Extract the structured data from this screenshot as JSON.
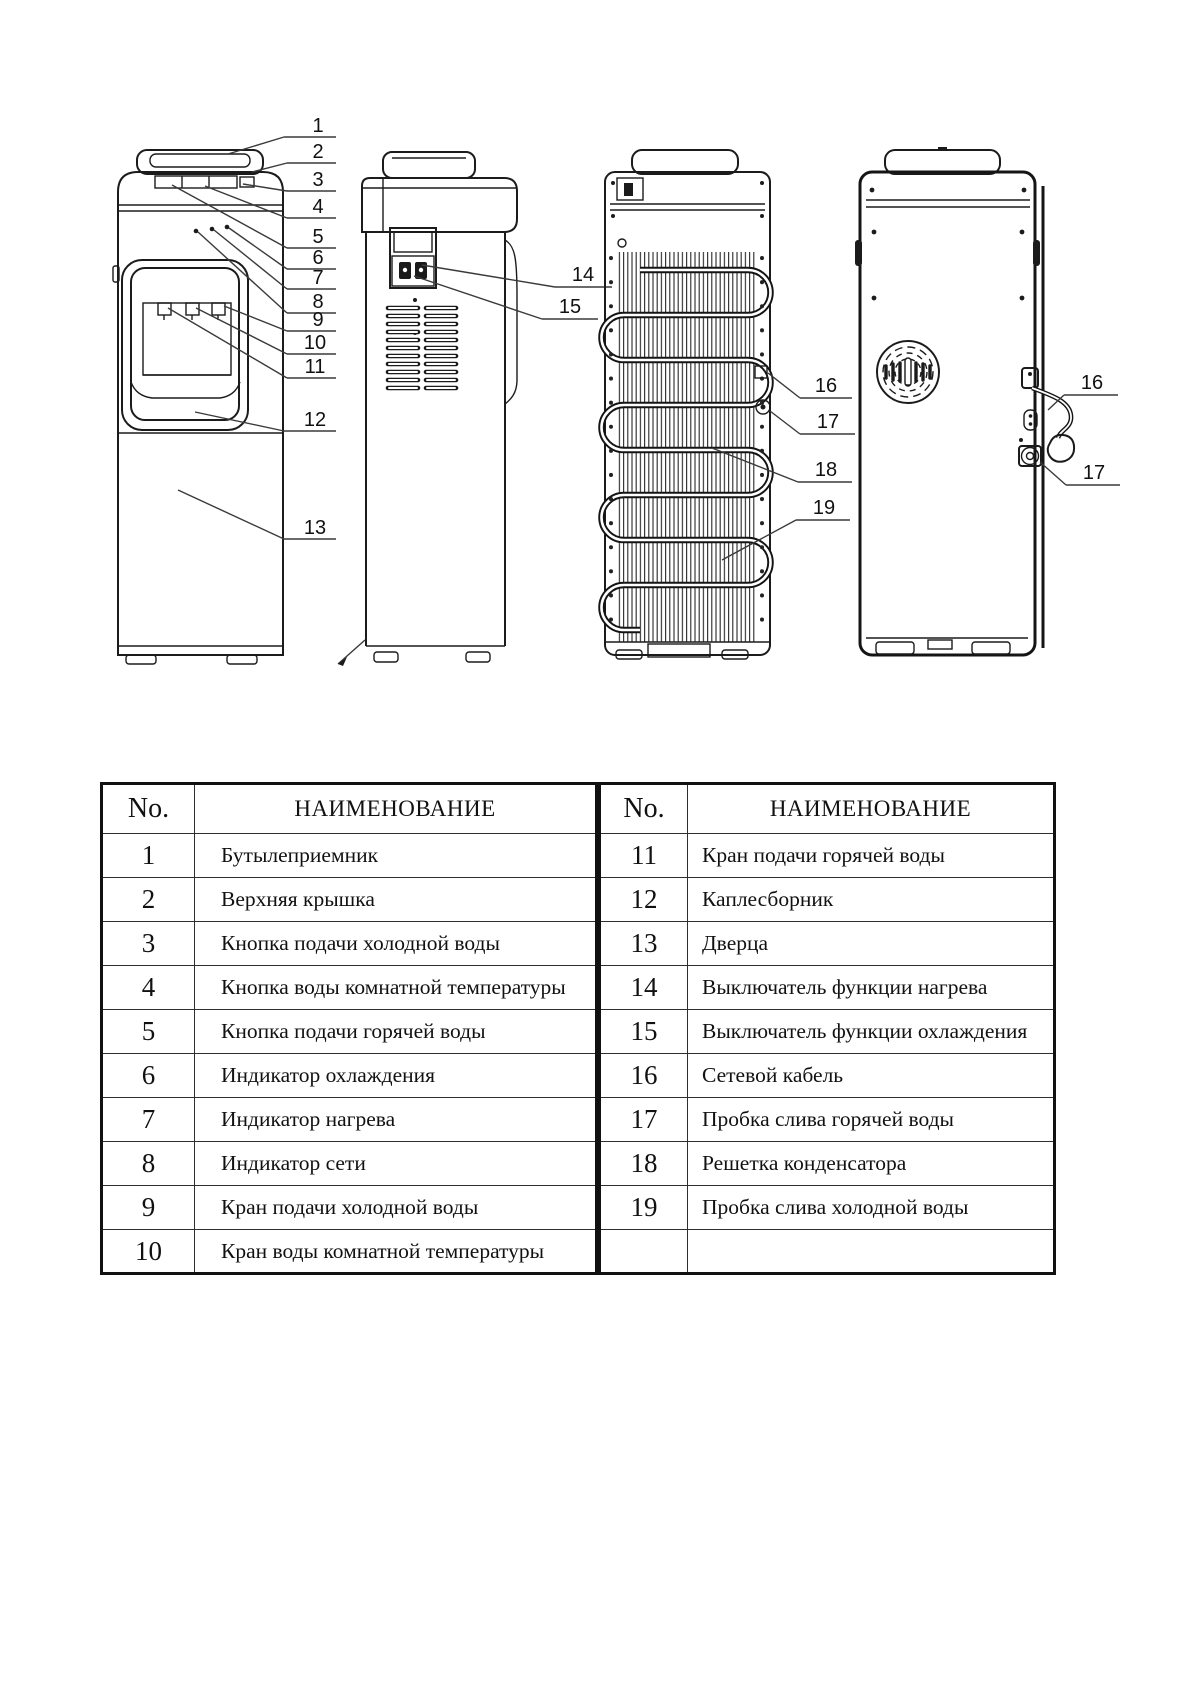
{
  "diagram": {
    "views": [
      {
        "name": "front-view",
        "callouts": [
          "1",
          "2",
          "3",
          "4",
          "5",
          "6",
          "7",
          "8",
          "9",
          "10",
          "11",
          "12",
          "13"
        ]
      },
      {
        "name": "side-view",
        "callouts": [
          "14",
          "15"
        ]
      },
      {
        "name": "back-condenser-view",
        "callouts": [
          "16",
          "17",
          "18",
          "19"
        ]
      },
      {
        "name": "back-panel-view",
        "callouts": [
          "16",
          "17"
        ]
      }
    ]
  },
  "table": {
    "header": {
      "no": "No.",
      "name": "НАИМЕНОВАНИЕ"
    },
    "left_rows": [
      {
        "no": "1",
        "name": "Бутылеприемник"
      },
      {
        "no": "2",
        "name": "Верхняя крышка"
      },
      {
        "no": "3",
        "name": "Кнопка подачи холодной воды"
      },
      {
        "no": "4",
        "name": "Кнопка воды комнатной температуры"
      },
      {
        "no": "5",
        "name": "Кнопка подачи горячей воды"
      },
      {
        "no": "6",
        "name": "Индикатор охлаждения"
      },
      {
        "no": "7",
        "name": "Индикатор нагрева"
      },
      {
        "no": "8",
        "name": "Индикатор сети"
      },
      {
        "no": "9",
        "name": "Кран подачи холодной воды"
      },
      {
        "no": "10",
        "name": "Кран воды комнатной температуры"
      }
    ],
    "right_rows": [
      {
        "no": "11",
        "name": "Кран подачи горячей воды"
      },
      {
        "no": "12",
        "name": "Каплесборник"
      },
      {
        "no": "13",
        "name": "Дверца"
      },
      {
        "no": "14",
        "name": "Выключатель функции нагрева"
      },
      {
        "no": "15",
        "name": "Выключатель функции охлаждения"
      },
      {
        "no": "16",
        "name": "Сетевой кабель"
      },
      {
        "no": "17",
        "name": "Пробка слива горячей воды"
      },
      {
        "no": "18",
        "name": "Решетка конденсатора"
      },
      {
        "no": "19",
        "name": "Пробка слива холодной воды"
      },
      {
        "no": "",
        "name": ""
      }
    ]
  }
}
